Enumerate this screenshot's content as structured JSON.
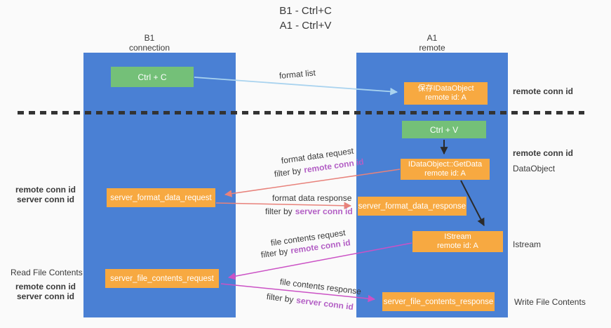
{
  "title": {
    "lines": [
      "B1 - Ctrl+C",
      "A1 - Ctrl+V"
    ]
  },
  "headers": {
    "left": [
      "B1",
      "connection"
    ],
    "right": [
      "A1",
      "remote"
    ]
  },
  "boxes": {
    "ctrl_c": "Ctrl + C",
    "ctrl_v": "Ctrl + V",
    "save_idataobject": [
      "保存IDataObject",
      "remote id: A"
    ],
    "idataobject_getdata": [
      "IDataObject::GetData",
      "remote id: A"
    ],
    "istream": [
      "IStream",
      "remote id: A"
    ],
    "server_format_data_request": "server_format_data_request",
    "server_format_data_response": "server_format_data_response",
    "server_file_contents_request": "server_file_contents_request",
    "server_file_contents_response": "server_file_contents_response"
  },
  "flow": {
    "format_list": "format list",
    "format_data_request": "format data request",
    "format_data_response": "format data response",
    "file_contents_request": "file contents request",
    "file_contents_response": "file contents response",
    "filter_by": "filter by",
    "remote_conn_id": "remote conn id",
    "server_conn_id": "server conn id"
  },
  "side_left": {
    "remote_conn_id_top": "remote conn id",
    "server_conn_id_top": "server conn id",
    "read_file_contents": "Read File Contents",
    "remote_conn_id_bottom": "remote conn id",
    "server_conn_id_bottom": "server conn id"
  },
  "side_right": {
    "remote_conn_id_top": "remote conn id",
    "remote_conn_id_mid": "remote conn id",
    "dataobject": "DataObject",
    "istream": "Istream",
    "write_file_contents": "Write File Contents"
  },
  "colors": {
    "column_blue": "#4a80d4",
    "box_green": "#74c078",
    "box_orange": "#f7a941",
    "arrow_blue": "#a9d3ef",
    "arrow_black": "#2b2b2b",
    "arrow_salmon": "#e8827b",
    "arrow_magenta": "#cb52c5",
    "text_purple": "#b35fc5",
    "text_green": "#85c98a"
  }
}
